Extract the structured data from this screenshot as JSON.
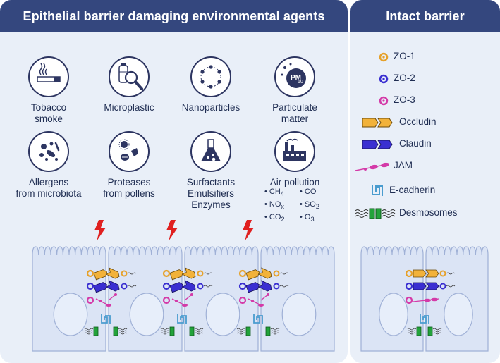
{
  "left_header": "Epithelial barrier damaging environmental agents",
  "right_header": "Intact barrier",
  "agents": [
    {
      "id": "tobacco",
      "icon": "cigarette-icon",
      "label_lines": [
        "Tobacco",
        "smoke"
      ]
    },
    {
      "id": "microplastic",
      "icon": "magnifier-bottle-icon",
      "label_lines": [
        "Microplastic"
      ]
    },
    {
      "id": "nanoparticles",
      "icon": "nanoparticles-icon",
      "label_lines": [
        "Nanoparticles"
      ]
    },
    {
      "id": "particulate",
      "icon": "pm10-icon",
      "label_lines": [
        "Particulate",
        "matter"
      ]
    },
    {
      "id": "allergens",
      "icon": "microbiota-icon",
      "label_lines": [
        "Allergens",
        "from microbiota"
      ]
    },
    {
      "id": "proteases",
      "icon": "pollen-icon",
      "label_lines": [
        "Proteases",
        "from pollens"
      ]
    },
    {
      "id": "surfactants",
      "icon": "flask-icon",
      "label_lines": [
        "Surfactants",
        "Emulsifiers",
        "Enzymes"
      ]
    },
    {
      "id": "airpollution",
      "icon": "factory-icon",
      "label_lines": [
        "Air pollution"
      ]
    }
  ],
  "pm_label": "PM",
  "pm_sub": "10",
  "gases": [
    {
      "base": "• CH",
      "sub": "4"
    },
    {
      "base": "• CO",
      "sub": ""
    },
    {
      "base": "• NO",
      "sub": "x"
    },
    {
      "base": "• SO",
      "sub": "2"
    },
    {
      "base": "• CO",
      "sub": "2"
    },
    {
      "base": "• O",
      "sub": "3"
    }
  ],
  "legend": [
    {
      "label": "ZO-1",
      "icon": "zo1-icon",
      "color": "#e6a12a"
    },
    {
      "label": "ZO-2",
      "icon": "zo2-icon",
      "color": "#3a2fd1"
    },
    {
      "label": "ZO-3",
      "icon": "zo3-icon",
      "color": "#d43aa8"
    },
    {
      "label": "Occludin",
      "icon": "occludin-icon",
      "color": "#f2b23a"
    },
    {
      "label": "Claudin",
      "icon": "claudin-icon",
      "color": "#3a2fd1"
    },
    {
      "label": "JAM",
      "icon": "jam-icon",
      "color": "#d43aa8"
    },
    {
      "label": "E-cadherin",
      "icon": "ecadherin-icon",
      "color": "#4a9ccf"
    },
    {
      "label": "Desmosomes",
      "icon": "desmosome-icon",
      "color": "#22a33a"
    }
  ],
  "colors": {
    "header": "#34477e",
    "panel": "#e9eff8",
    "cell": "#dbe4f5",
    "cell_stroke": "#9fb0d6",
    "bolt": "#e02020"
  }
}
